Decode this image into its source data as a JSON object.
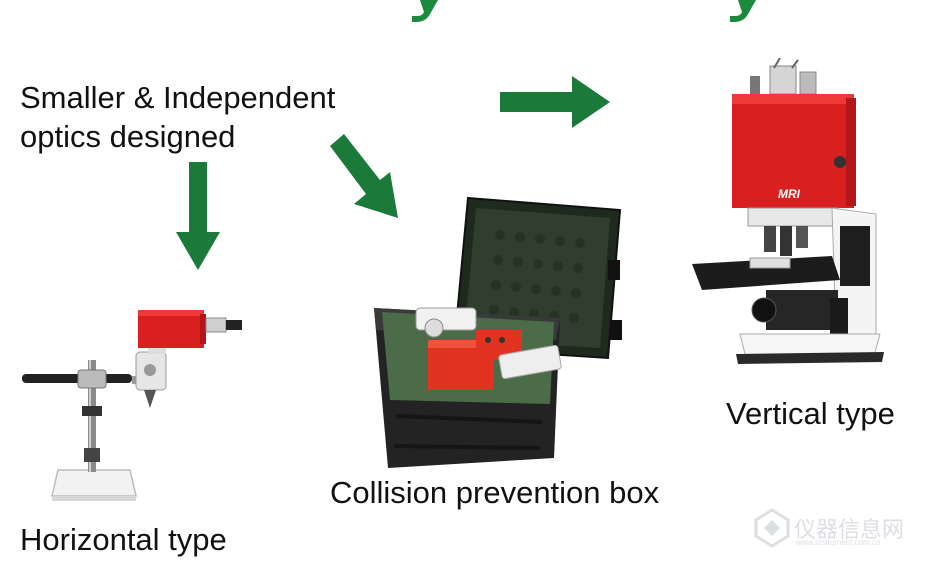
{
  "text": {
    "intro_line1": "Smaller & Independent",
    "intro_line2": "optics designed",
    "horizontal_label": "Horizontal type",
    "collision_label": "Collision prevention box",
    "vertical_label": "Vertical type",
    "device_brand": "MRI",
    "watermark": "仪器信息网",
    "watermark_sub": "www.instrument.com.cn"
  },
  "colors": {
    "arrow_green": "#1b7a3a",
    "title_green": "#1c8a3c",
    "device_red": "#d9201e",
    "case_dark": "#2a2a2a",
    "foam_green": "#3f5a3c"
  },
  "icons": {
    "arrow_down_left": "arrow-down-icon",
    "arrow_down_diag": "arrow-diagonal-icon",
    "arrow_right": "arrow-right-icon"
  }
}
